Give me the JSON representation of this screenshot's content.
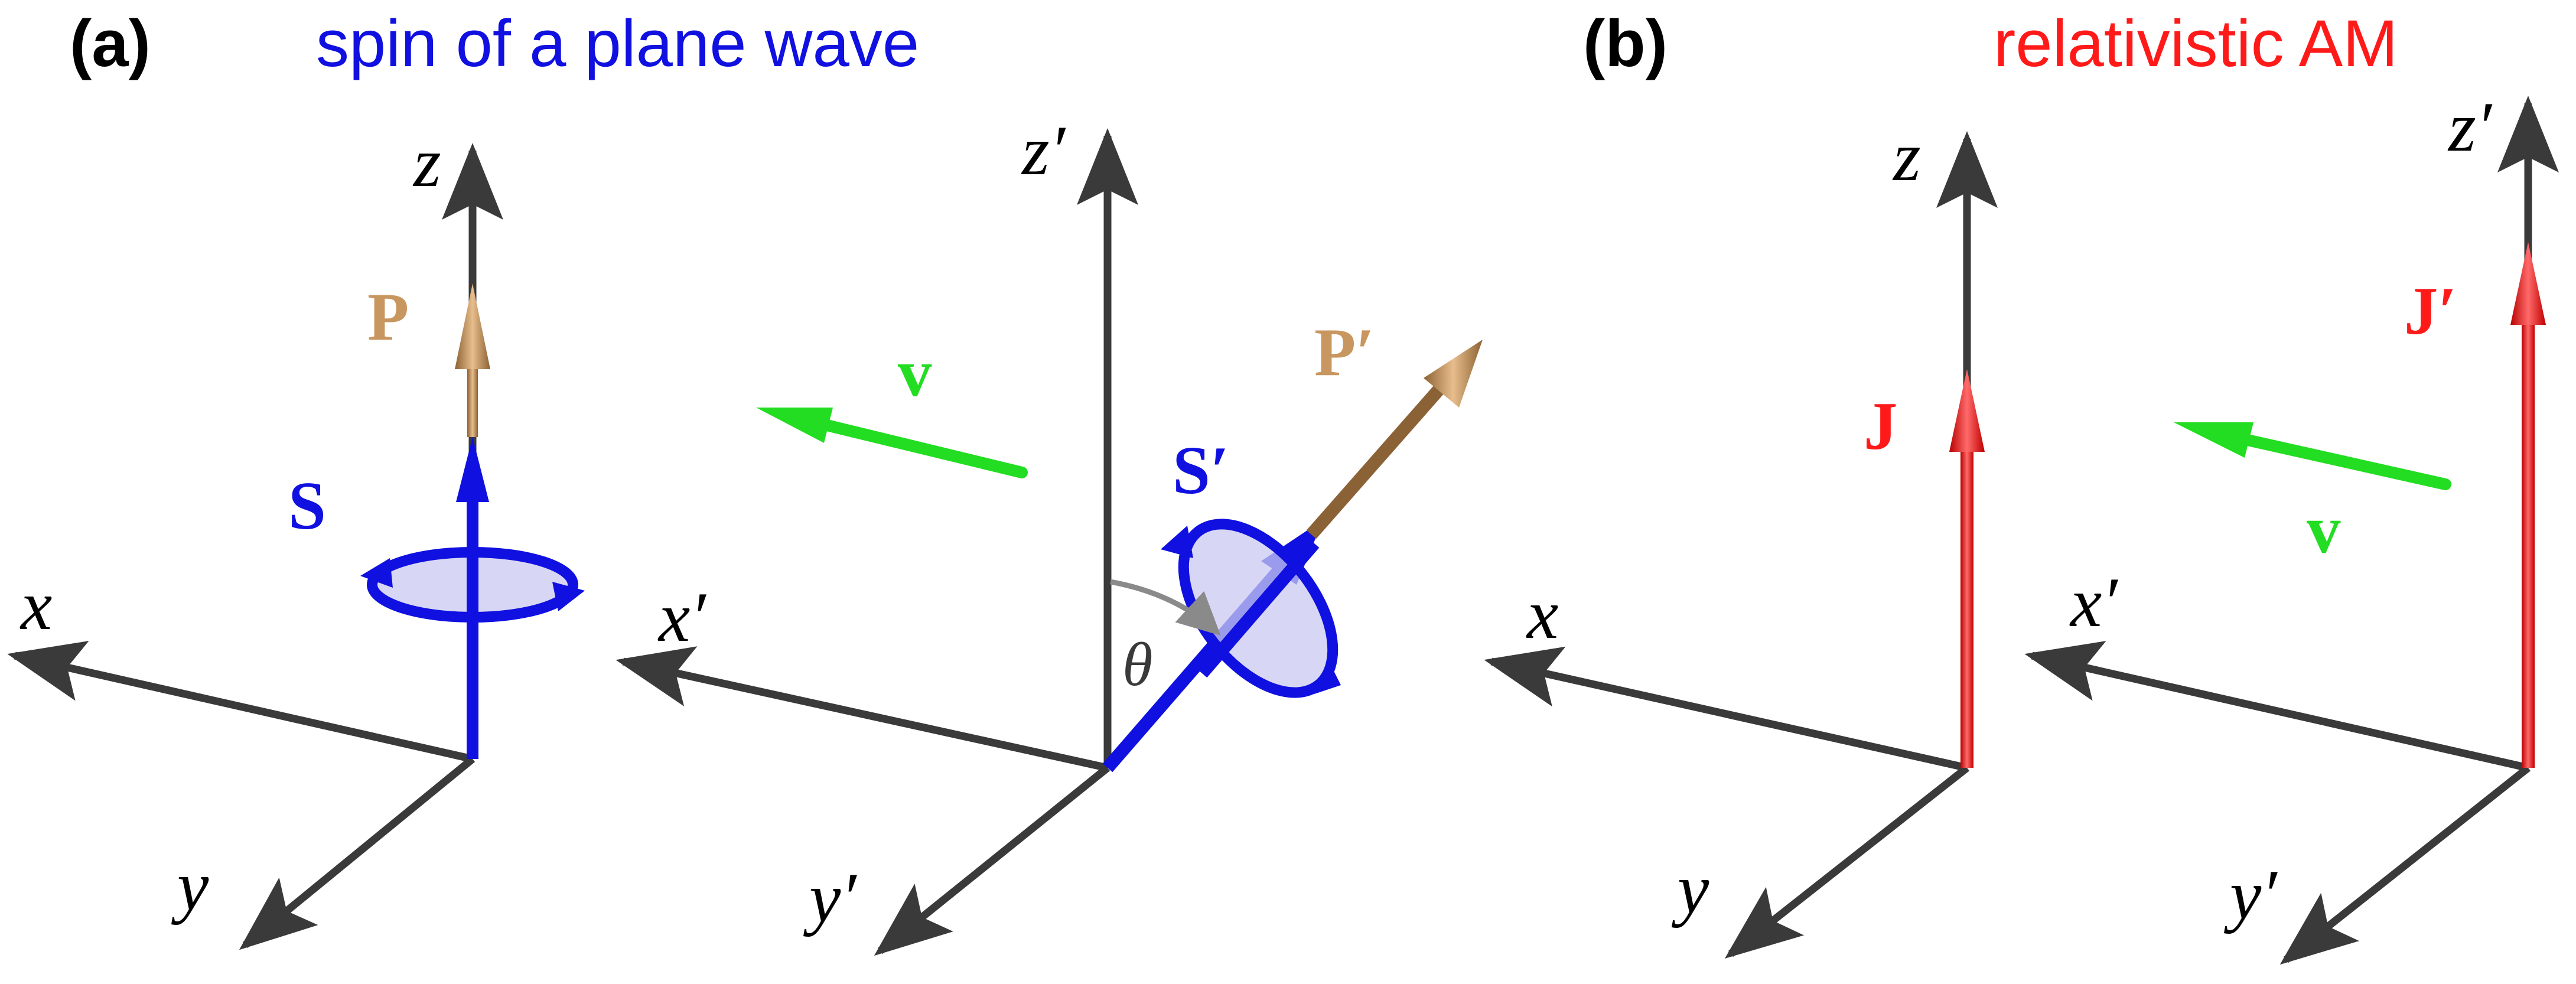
{
  "panel_a": {
    "tag": "(a)",
    "title": "spin of a plane wave",
    "frame": {
      "x": "x",
      "y": "y",
      "z": "z"
    },
    "frame_prime": {
      "x": "x′",
      "y": "y′",
      "z": "z′"
    },
    "vec_P": "P",
    "vec_S": "S",
    "vec_P_prime": "P′",
    "vec_S_prime": "S′",
    "vec_v": "v",
    "angle": "θ"
  },
  "panel_b": {
    "tag": "(b)",
    "title": "relativistic AM",
    "frame": {
      "x": "x",
      "y": "y",
      "z": "z"
    },
    "frame_prime": {
      "x": "x′",
      "y": "y′",
      "z": "z′"
    },
    "vec_J": "J",
    "vec_J_prime": "J′",
    "vec_v": "v"
  },
  "colors": {
    "axis": "#3a3a3a",
    "spin": "#1010e0",
    "momentum": "#c8965f",
    "momentum_dark": "#7a5630",
    "velocity": "#22dd22",
    "angular_momentum": "#ff1a1a",
    "disk_fill": "#c9c9f2"
  }
}
